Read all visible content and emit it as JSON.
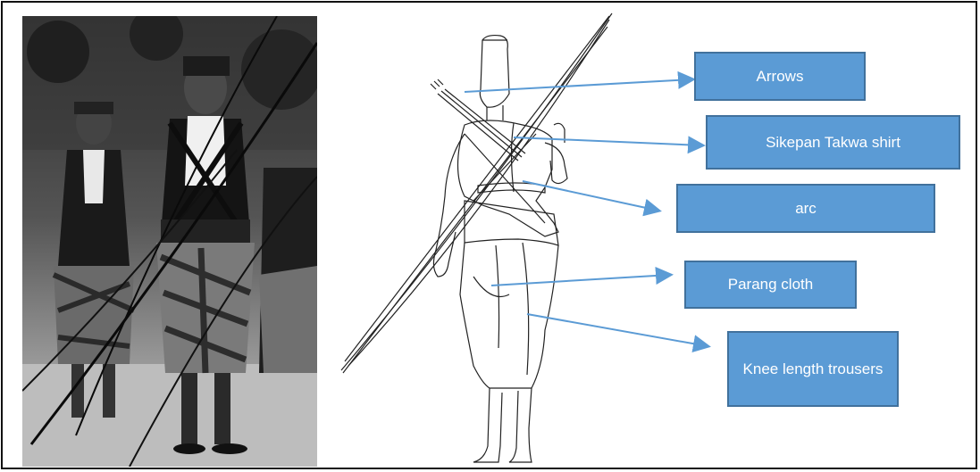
{
  "labels": {
    "arrows": "Arrows",
    "shirt": "Sikepan Takwa shirt",
    "arc": "arc",
    "parang": "Parang cloth",
    "trousers": "Knee length trousers"
  },
  "colors": {
    "label_fill": "#5b9bd5",
    "label_border": "#41719c",
    "leader_line": "#5b9bd5",
    "label_text": "#ffffff"
  },
  "icons": {
    "photo": "archer-photo",
    "figure": "archer-line-drawing"
  }
}
